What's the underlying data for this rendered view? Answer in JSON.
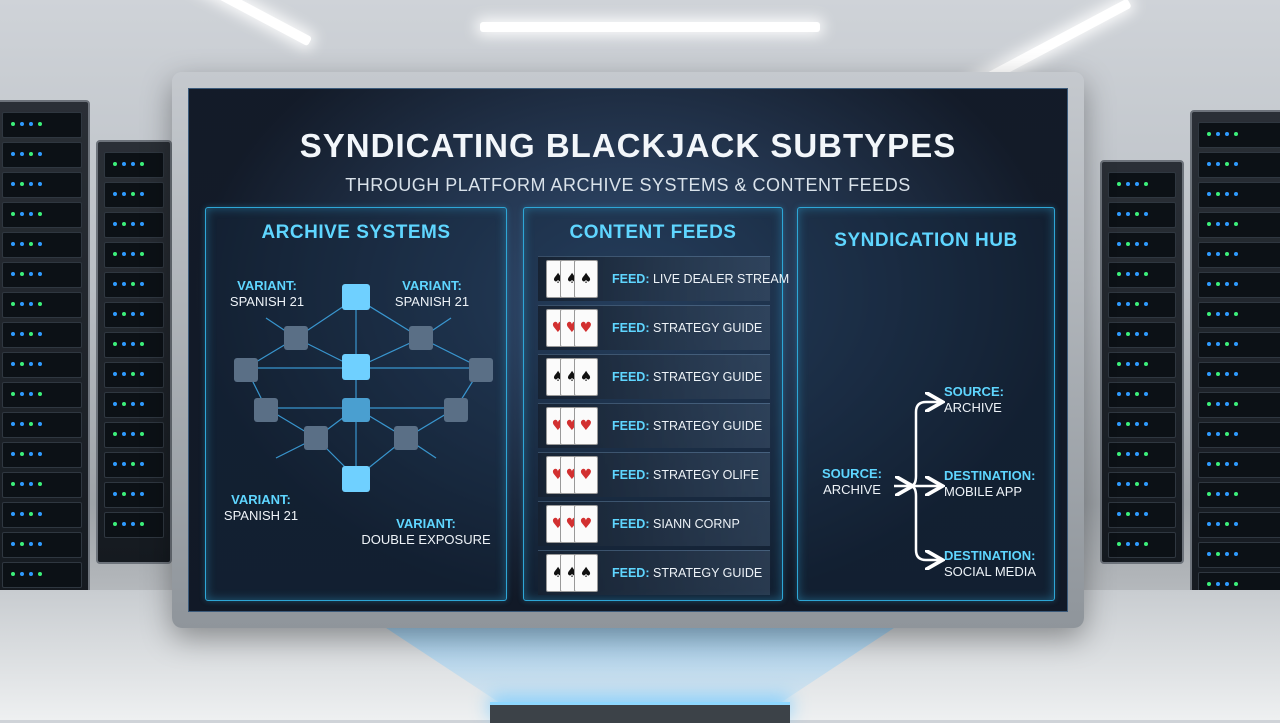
{
  "colors": {
    "accent": "#5fd6ff",
    "panel_border": "#2ea6d6",
    "text": "#eef3f8"
  },
  "header": {
    "title": "SYNDICATING BLACKJACK SUBTYPES",
    "subtitle": "THROUGH PLATFORM ARCHIVE SYSTEMS & CONTENT FEEDS"
  },
  "archive": {
    "title": "ARCHIVE SYSTEMS",
    "labels": [
      {
        "key": "VARIANT:",
        "value": "SPANISH 21"
      },
      {
        "key": "VARIANT:",
        "value": "SPANISH 21"
      },
      {
        "key": "VARIANT:",
        "value": "SPANISH 21"
      },
      {
        "key": "VARIANT:",
        "value": "DOUBLE EXPOSURE"
      }
    ]
  },
  "feeds": {
    "title": "CONTENT FEEDS",
    "items": [
      {
        "key": "FEED:",
        "value": "LIVE DEALER STREAM",
        "card_icon": "spade-cards-icon"
      },
      {
        "key": "FEED:",
        "value": "STRATEGY GUIDE",
        "card_icon": "heart-cards-icon"
      },
      {
        "key": "FEED:",
        "value": "STRATEGY GUIDE",
        "card_icon": "spade-cards-icon"
      },
      {
        "key": "FEED:",
        "value": "STRATEGY GUIDE",
        "card_icon": "heart-cards-icon"
      },
      {
        "key": "FEED:",
        "value": "STRATEGY OLIFE",
        "card_icon": "heart-cards-icon"
      },
      {
        "key": "FEED:",
        "value": "SIANN CORNP",
        "card_icon": "heart-cards-icon"
      },
      {
        "key": "FEED:",
        "value": "STRATEGY GUIDE",
        "card_icon": "spade-cards-icon"
      }
    ]
  },
  "hub": {
    "title": "SYNDICATION HUB",
    "origin": {
      "key": "SOURCE:",
      "value": "ARCHIVE"
    },
    "targets": [
      {
        "key": "SOURCE:",
        "value": "ARCHIVE"
      },
      {
        "key": "DESTINATION:",
        "value": "MOBILE APP"
      },
      {
        "key": "DESTINATION:",
        "value": "SOCIAL MEDIA"
      }
    ]
  }
}
